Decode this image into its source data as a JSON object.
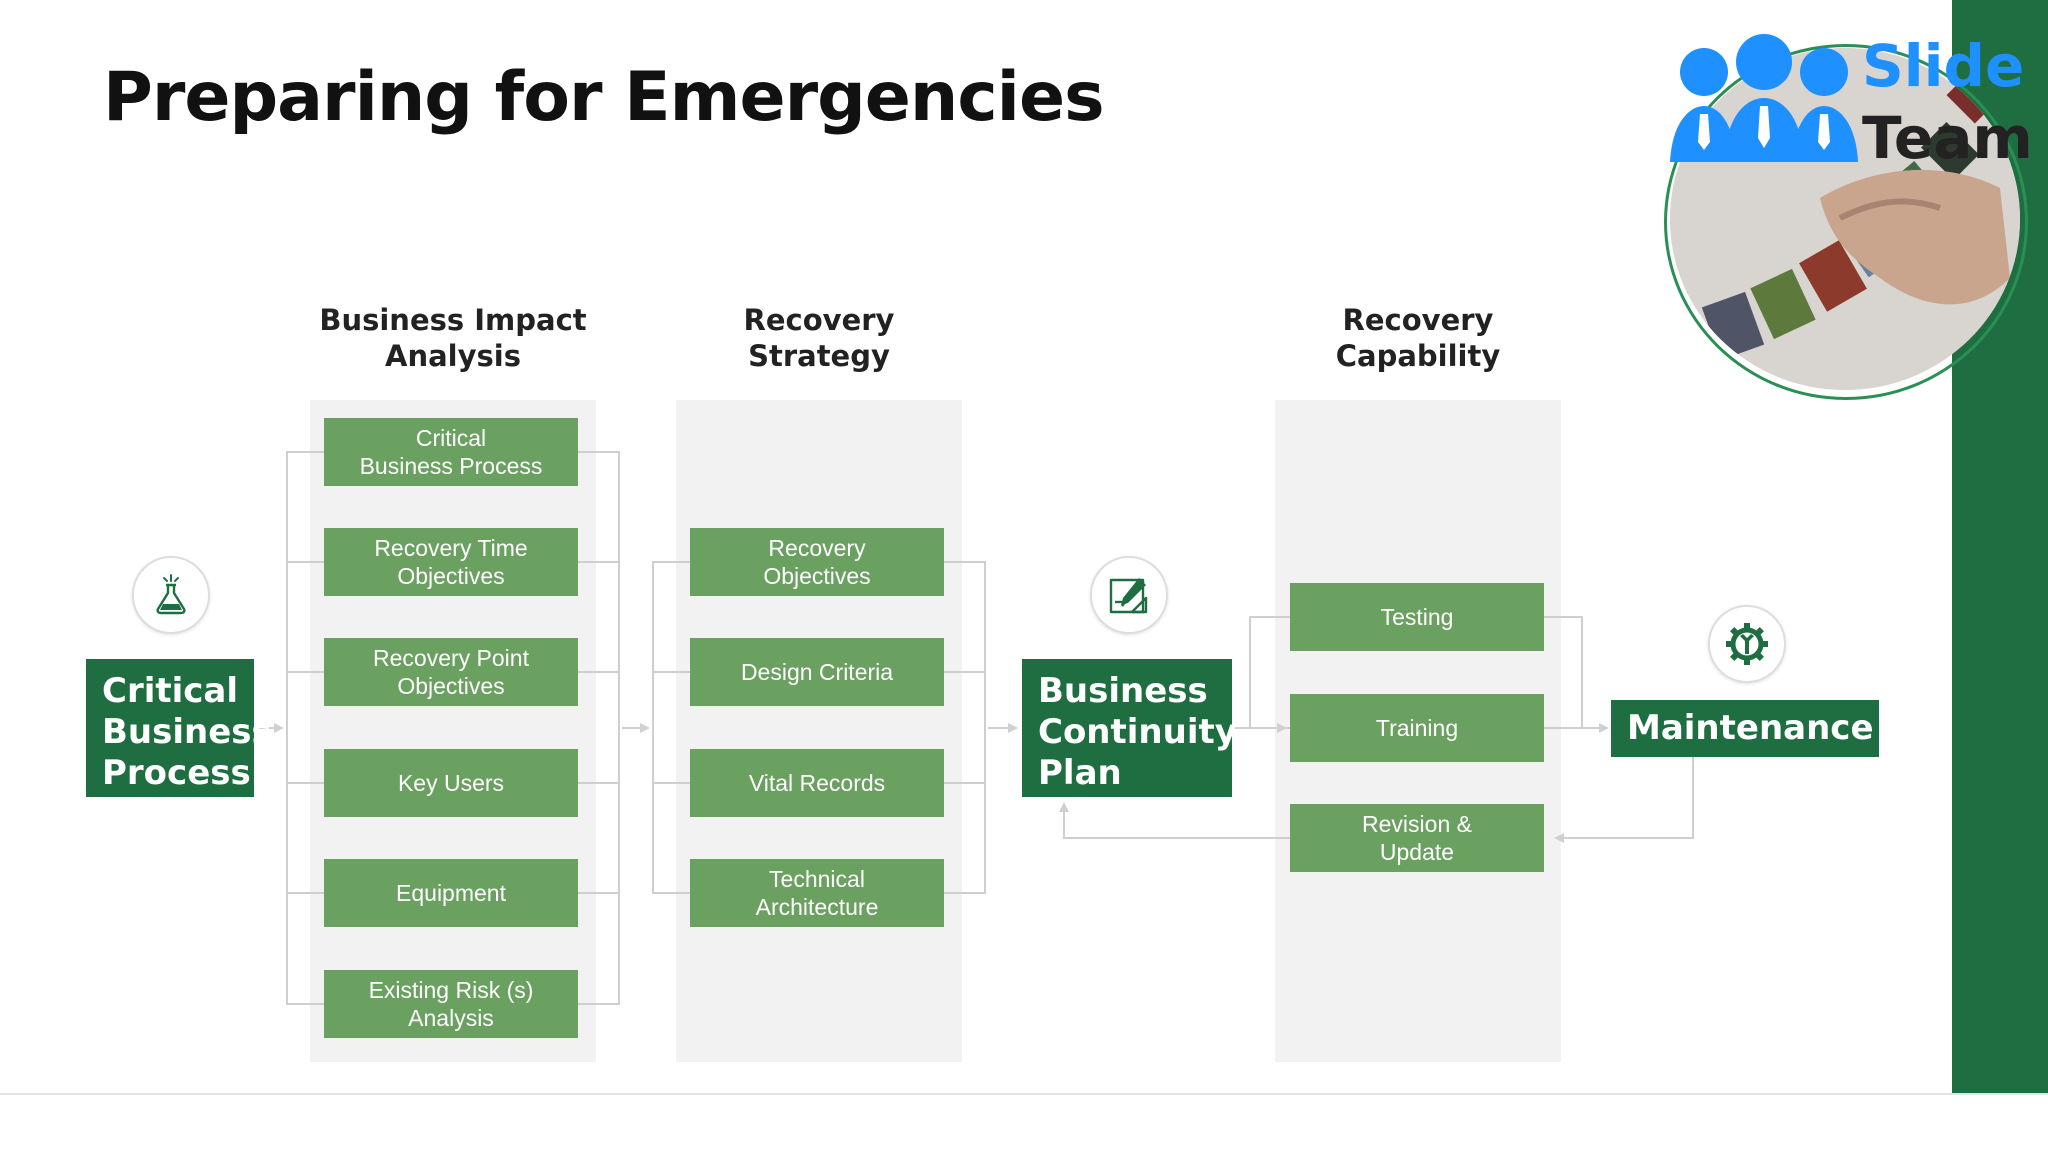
{
  "title": "Preparing for Emergencies",
  "logo": {
    "line1": "Slide",
    "line2": "Team"
  },
  "columns": {
    "bia": {
      "heading": "Business Impact\nAnalysis",
      "items": [
        "Critical\nBusiness Process",
        "Recovery Time\nObjectives",
        "Recovery Point\nObjectives",
        "Key Users",
        "Equipment",
        "Existing Risk (s)\nAnalysis"
      ]
    },
    "strategy": {
      "heading": "Recovery\nStrategy",
      "items": [
        "Recovery\nObjectives",
        "Design Criteria",
        "Vital Records",
        "Technical\nArchitecture"
      ]
    },
    "capability": {
      "heading": "Recovery\nCapability",
      "items": [
        "Testing",
        "Training",
        "Revision &\nUpdate"
      ]
    }
  },
  "stages": {
    "critical": "Critical\nBusiness\nProcess",
    "bcp": "Business\nContinuity\nPlan",
    "maintenance": "Maintenance"
  },
  "icons": {
    "critical": "flask-icon",
    "bcp": "drafting-icon",
    "maintenance": "gear-wrench-icon"
  },
  "colors": {
    "dark_green": "#1f6e42",
    "box_green": "#6aa060",
    "panel_gray": "#f2f2f2",
    "logo_blue": "#1e90ff"
  }
}
